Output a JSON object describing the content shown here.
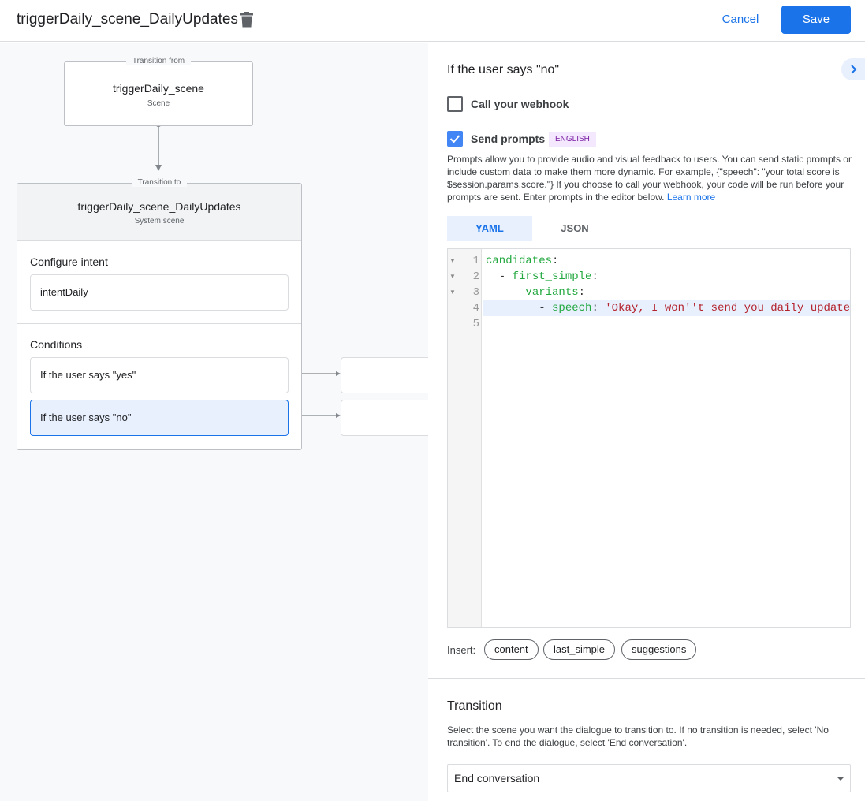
{
  "header": {
    "title": "triggerDaily_scene_DailyUpdates",
    "cancel_label": "Cancel",
    "save_label": "Save"
  },
  "canvas": {
    "from": {
      "legend": "Transition from",
      "name": "triggerDaily_scene",
      "type": "Scene"
    },
    "to": {
      "legend": "Transition to",
      "name": "triggerDaily_scene_DailyUpdates",
      "type": "System scene",
      "intent_heading": "Configure intent",
      "intent": "intentDaily",
      "conditions_heading": "Conditions",
      "conditions": [
        "If the user says \"yes\"",
        "If the user says \"no\""
      ]
    }
  },
  "panel": {
    "title": "If the user says \"no\"",
    "webhook": {
      "label": "Call your webhook",
      "checked": false
    },
    "prompts": {
      "label": "Send prompts",
      "checked": true,
      "badge": "ENGLISH",
      "description": "Prompts allow you to provide audio and visual feedback to users. You can send static prompts or include custom data to make them more dynamic. For example, {\"speech\": \"your total score is $session.params.score.\"} If you choose to call your webhook, your code will be run before your prompts are sent. Enter prompts in the editor below.",
      "learn_more": "Learn more"
    },
    "tabs": [
      "YAML",
      "JSON"
    ],
    "active_tab": "YAML",
    "code_lines": [
      {
        "n": "1",
        "key": "candidates",
        "pre": "",
        "val": ""
      },
      {
        "n": "2",
        "key": "first_simple",
        "pre": "  - ",
        "val": ""
      },
      {
        "n": "3",
        "key": "variants",
        "pre": "      ",
        "val": ""
      },
      {
        "n": "4",
        "key": "speech",
        "pre": "        - ",
        "val": "'Okay, I won''t send you daily updates.'"
      },
      {
        "n": "5",
        "key": "",
        "pre": "",
        "val": ""
      }
    ],
    "insert_label": "Insert:",
    "insert_chips": [
      "content",
      "last_simple",
      "suggestions"
    ],
    "transition": {
      "heading": "Transition",
      "description": "Select the scene you want the dialogue to transition to. If no transition is needed, select 'No transition'. To end the dialogue, select 'End conversation'.",
      "selected": "End conversation"
    }
  },
  "colors": {
    "accent": "#1a73e8",
    "selected_condition": "#e8f0fe",
    "badge_bg": "#f3e8fd",
    "badge_text": "#7b1fa2"
  }
}
